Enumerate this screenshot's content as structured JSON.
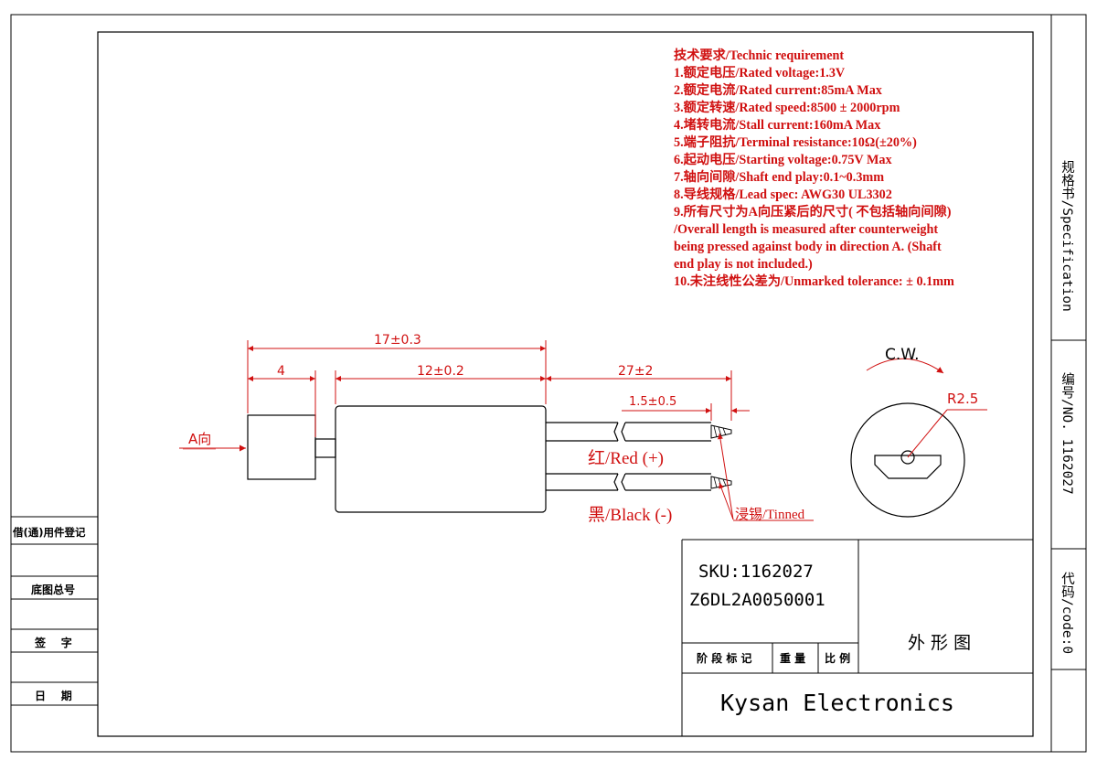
{
  "requirements": {
    "title": "技术要求/Technic requirement",
    "lines": [
      "1.额定电压/Rated voltage:1.3V",
      "2.额定电流/Rated current:85mA Max",
      "3.额定转速/Rated speed:8500 ± 2000rpm",
      "4.堵转电流/Stall current:160mA Max",
      "5.端子阻抗/Terminal resistance:10Ω(±20%)",
      "6.起动电压/Starting voltage:0.75V  Max",
      "7.轴向间隙/Shaft end play:0.1~0.3mm",
      "8.导线规格/Lead spec:  AWG30 UL3302",
      "9.所有尺寸为A向压紧后的尺寸( 不包括轴向间隙)",
      "/Overall length is measured after counterweight",
      "being pressed against body in direction A. (Shaft",
      "end play is not included.)",
      "10.未注线性公差为/Unmarked tolerance: ± 0.1mm"
    ]
  },
  "drawing": {
    "dim_overall": "17±0.3",
    "dim_weight": "4",
    "dim_body": "12±0.2",
    "dim_lead": "27±2",
    "dim_strip": "1.5±0.5",
    "direction_label": "A向",
    "red_wire": "红/Red (+)",
    "black_wire": "黑/Black (-)",
    "tinned": "浸锡/Tinned",
    "rotation": "C.W.",
    "radius": "R2.5"
  },
  "left_panel": {
    "borrow": "借(通)用件登记",
    "base_no": "底图总号",
    "signature": "签    字",
    "date": "日    期"
  },
  "side_panel": {
    "spec": "规格书/Specification",
    "number": "编号/NO. 1162027",
    "code": "代码/code:0"
  },
  "title_block": {
    "sku": "SKU:1162027",
    "part_no": "Z6DL2A0050001",
    "drawing_name": "外 形 图",
    "stage": "阶 段 标 记",
    "weight": "重 量",
    "scale": "比 例",
    "company": "Kysan Electronics"
  }
}
